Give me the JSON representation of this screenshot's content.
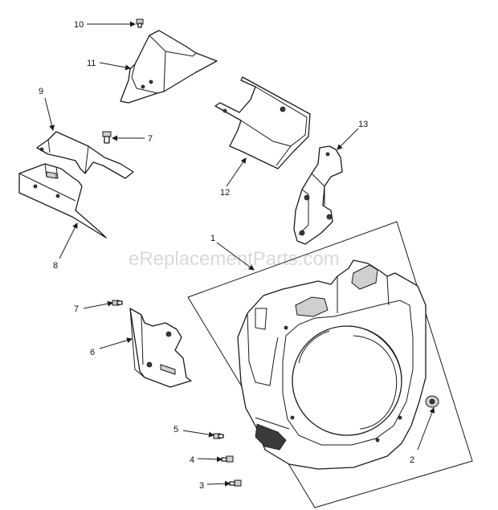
{
  "watermark": "eReplacementParts.com",
  "callouts": {
    "c1": "1",
    "c2": "2",
    "c3": "3",
    "c4": "4",
    "c5": "5",
    "c6": "6",
    "c7a": "7",
    "c7b": "7",
    "c8": "8",
    "c9": "9",
    "c10": "10",
    "c11": "11",
    "c12": "12",
    "c13": "13"
  }
}
